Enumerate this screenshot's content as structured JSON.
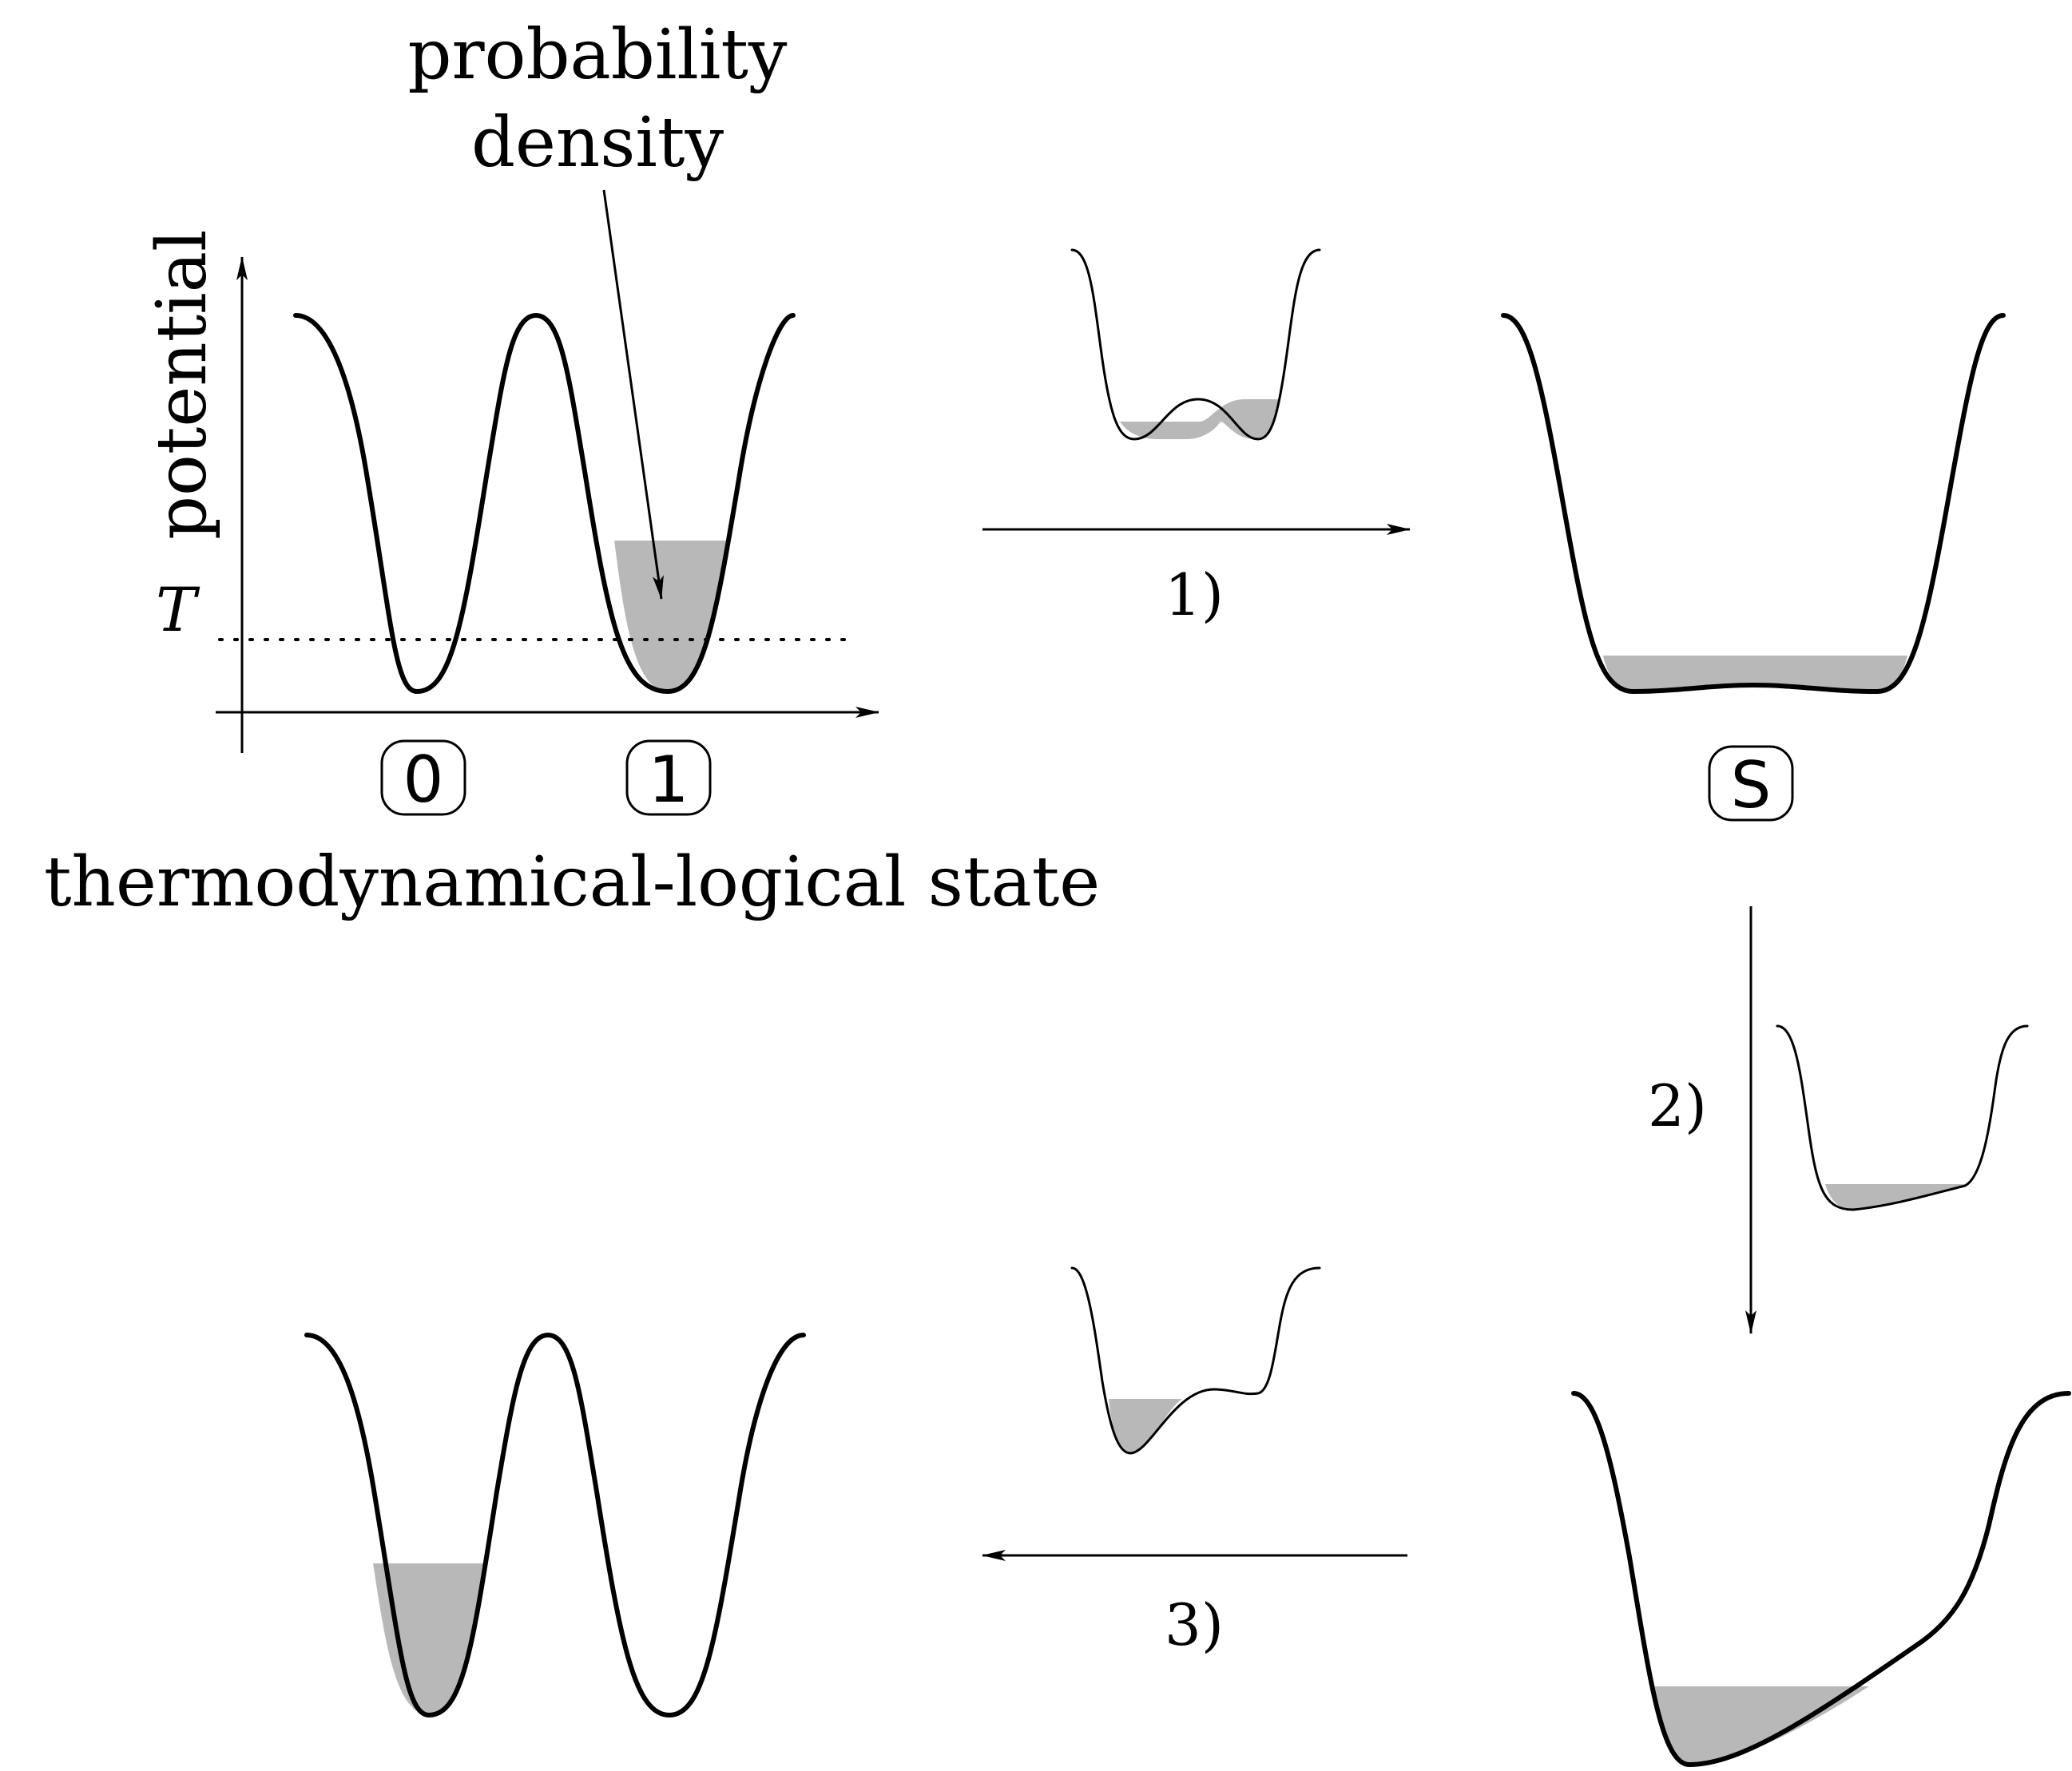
{
  "labels": {
    "probability_density_line1": "probability",
    "probability_density_line2": "density",
    "potential": "potential",
    "temperature": "T",
    "xlabel": "thermodynamical-logical state"
  },
  "states": {
    "zero": "0",
    "one": "1",
    "s": "S"
  },
  "steps": {
    "step1": "1)",
    "step2": "2)",
    "step3": "3)"
  },
  "colors": {
    "probability_fill": "#b8b8b8",
    "line": "#000000",
    "background": "#ffffff"
  }
}
